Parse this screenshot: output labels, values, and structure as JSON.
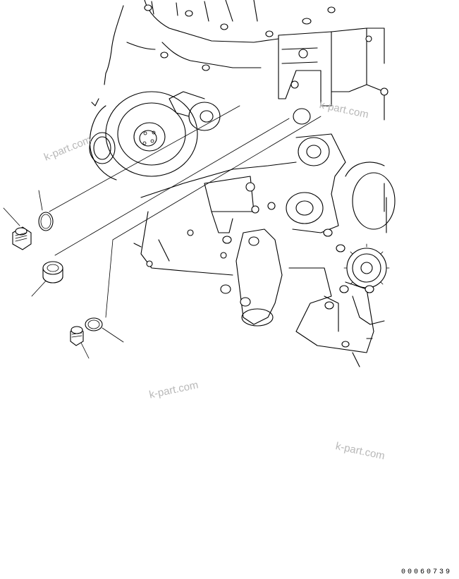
{
  "diagram": {
    "drawing_number": "00060739",
    "watermarks": [
      "k-part.com",
      "k-part.com",
      "k-part.com",
      "k-part.com"
    ]
  },
  "colors": {
    "line": "#000000",
    "watermark": "#b8b8b8",
    "background": "#ffffff"
  }
}
